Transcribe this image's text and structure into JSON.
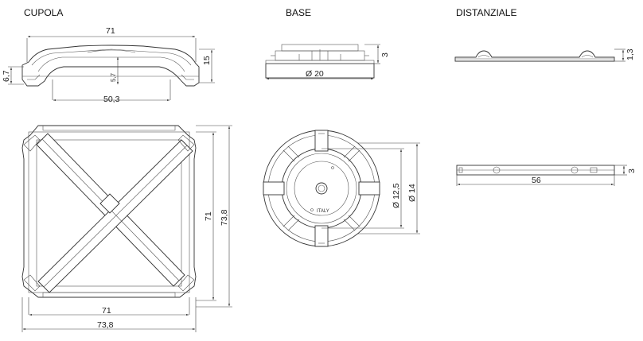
{
  "titles": {
    "cupola": "CUPOLA",
    "base": "BASE",
    "distanziale": "DISTANZIALE"
  },
  "cupola": {
    "dim_width_top": "71",
    "dim_height_left": "6,7",
    "dim_height_right": "15",
    "dim_inner_height": "5,7",
    "dim_inner_width": "50,3",
    "dim_plan_bottom_inner": "71",
    "dim_plan_bottom_outer": "73,8",
    "dim_plan_right_inner": "71",
    "dim_plan_right_outer": "73,8"
  },
  "base": {
    "dim_height": "3",
    "dim_diameter": "Ø 20",
    "dim_inner_diameter": "Ø 12,5",
    "dim_outer_diameter": "Ø 14",
    "marking": "ITALY"
  },
  "distanziale": {
    "dim_height": "1,3",
    "dim_length": "56",
    "dim_thickness": "3"
  }
}
